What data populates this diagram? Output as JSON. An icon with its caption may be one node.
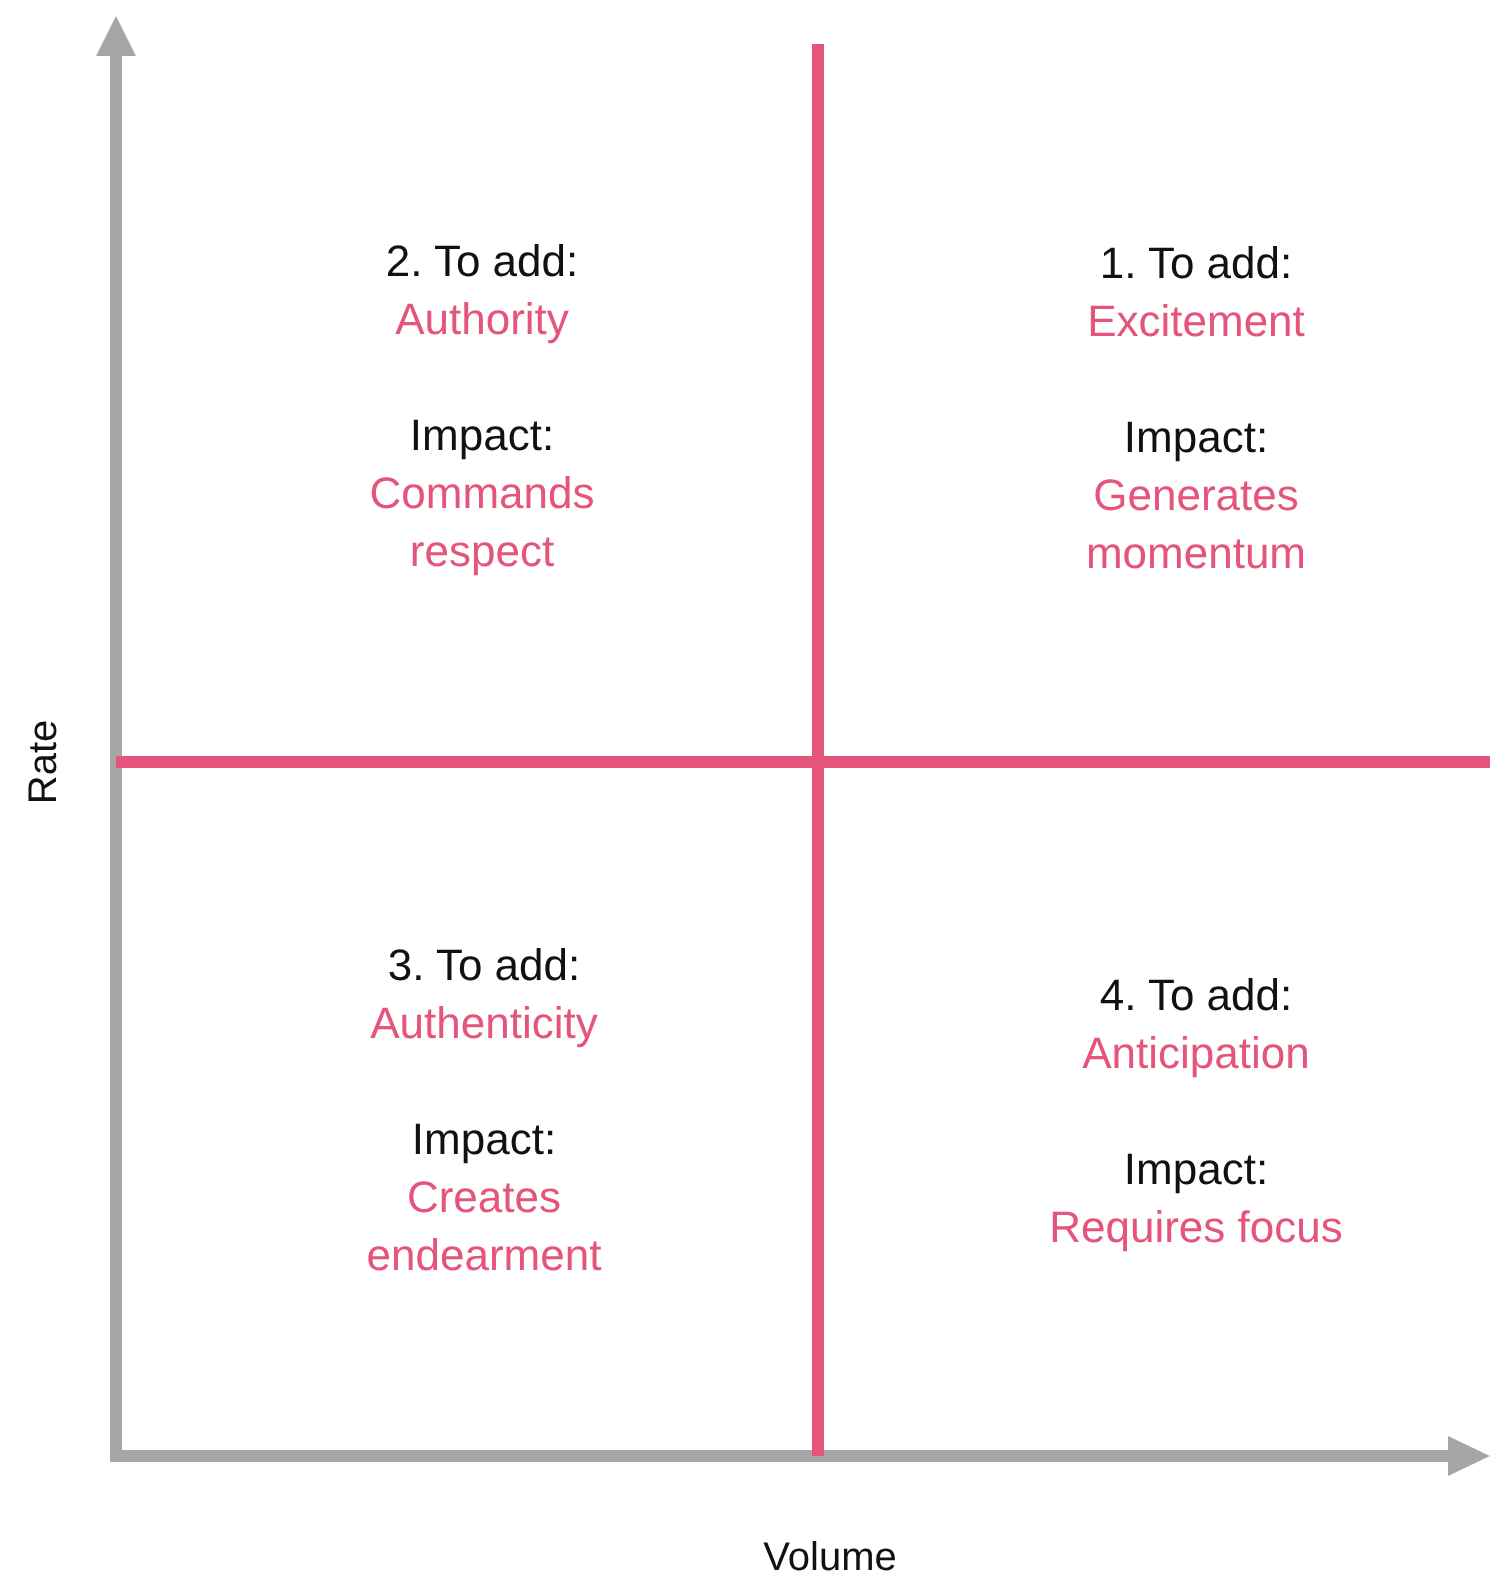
{
  "diagram": {
    "labels": [
      "2. To add:",
      "Authority",
      "Impact:",
      "Commands respect",
      "1. To add:",
      "Excitement",
      "Impact:",
      "Generates momentum",
      "Rate",
      "3. To add:",
      "Authenticity",
      "Impact:",
      "Creates endearment",
      "4. To add:",
      "Anticipation",
      "Impact:",
      "Requires focus",
      "Volume"
    ]
  }
}
